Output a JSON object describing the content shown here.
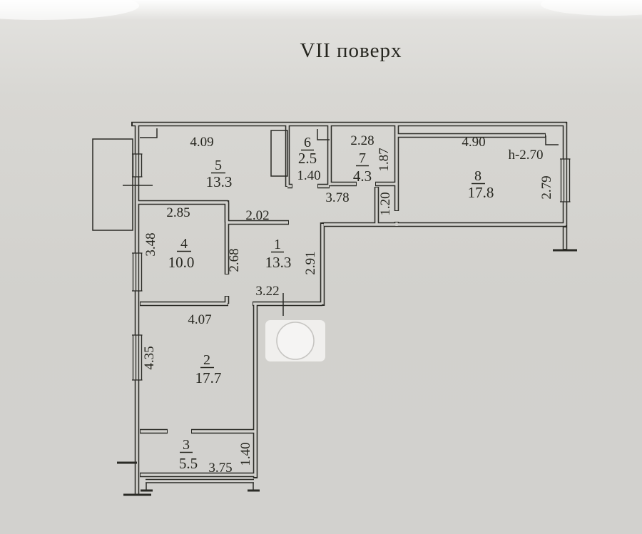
{
  "plan": {
    "title": "VII поверх",
    "floor_label": "VII",
    "rooms": [
      {
        "number": "5",
        "area": "13.3",
        "width": "4.09"
      },
      {
        "number": "6",
        "area": "2.5",
        "width": "1.40"
      },
      {
        "number": "7",
        "area": "4.3",
        "width": "2.28",
        "depth": "1.87"
      },
      {
        "number": "8",
        "area": "17.8",
        "width": "4.90",
        "depth": "2.79",
        "ceiling_height": "h-2.70"
      },
      {
        "number": "4",
        "area": "10.0",
        "width": "2.85",
        "depth": "3.48"
      },
      {
        "number": "1",
        "area": "13.3",
        "width": "3.22",
        "depth": "2.91",
        "side": "2.68"
      },
      {
        "number": "2",
        "area": "17.7",
        "width": "4.07",
        "depth": "4.35"
      },
      {
        "number": "3",
        "area": "5.5",
        "width": "3.75",
        "depth": "1.40"
      }
    ],
    "corridor": {
      "hall_width": "3.78",
      "passage_width": "1.20",
      "wall_segment": "2.02"
    },
    "colors": {
      "paper": "#d4d3cf",
      "ink": "#26261f"
    }
  }
}
